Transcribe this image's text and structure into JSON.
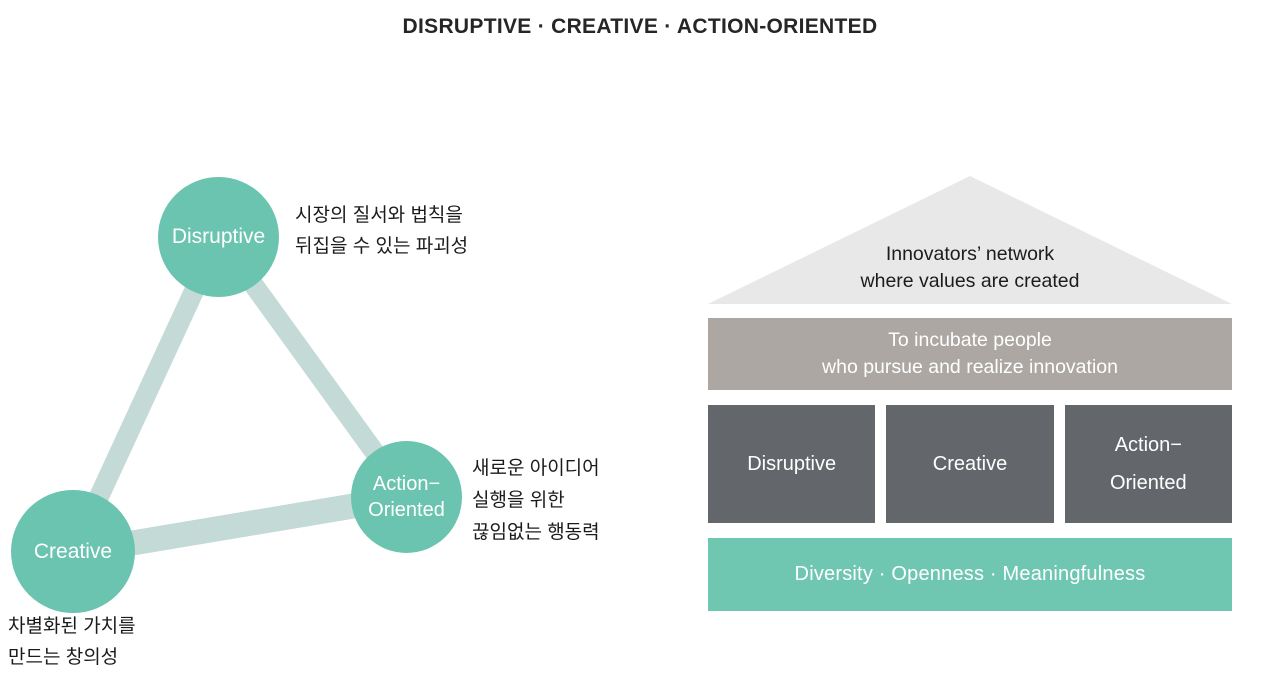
{
  "title": "DISRUPTIVE · CREATIVE · ACTION-ORIENTED",
  "triangle": {
    "disruptive": {
      "label": "Disruptive",
      "note1": "시장의 질서와 법칙을",
      "note2": "뒤집을 수 있는 파괴성"
    },
    "creative": {
      "label": "Creative",
      "note1": "차별화된 가치를",
      "note2": "만드는 창의성"
    },
    "action": {
      "label1": "Action−",
      "label2": "Oriented",
      "note1": "새로운 아이디어",
      "note2": "실행을 위한",
      "note3": "끊임없는 행동력"
    }
  },
  "house": {
    "roof1": "Innovators’ network",
    "roof2": "where values are created",
    "mission1": "To incubate people",
    "mission2": "who pursue and realize innovation",
    "pillar1": "Disruptive",
    "pillar2": "Creative",
    "pillar3_line1": "Action−",
    "pillar3_line2": "Oriented",
    "values": "Diversity · Openness · Meaningfulness"
  },
  "colors": {
    "teal_circle": "#6bc4b0",
    "connector": "#c4dad7",
    "roof": "#e9e8e8",
    "gray_bar": "#aca7a2",
    "dark_box": "#63676b",
    "teal_bar": "#6fc7b2",
    "title_text": "#262626",
    "note_text": "#1b1b1b",
    "white_text": "#ffffff"
  }
}
